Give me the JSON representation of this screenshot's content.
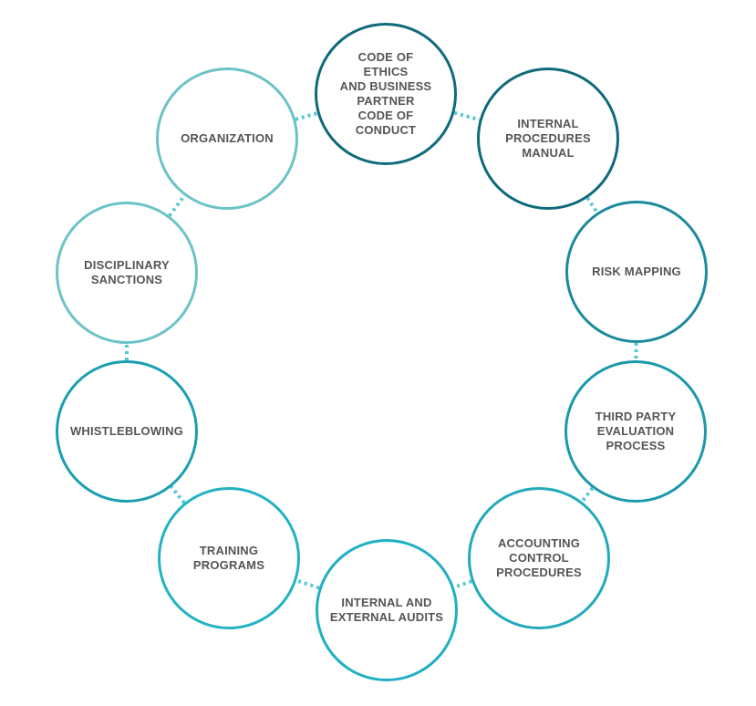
{
  "diagram": {
    "nodes": [
      {
        "label": "CODE OF\nETHICS\nAND BUSINESS\nPARTNER\nCODE OF\nCONDUCT",
        "color": "#0f6a7c"
      },
      {
        "label": "INTERNAL\nPROCEDURES\nMANUAL",
        "color": "#0f6a7c"
      },
      {
        "label": "RISK MAPPING",
        "color": "#1a8a9c"
      },
      {
        "label": "THIRD PARTY\nEVALUATION\nPROCESS",
        "color": "#1b99ab"
      },
      {
        "label": "ACCOUNTING\nCONTROL\nPROCEDURES",
        "color": "#22aabb"
      },
      {
        "label": "INTERNAL AND\nEXTERNAL AUDITS",
        "color": "#1fb0c2"
      },
      {
        "label": "TRAINING\nPROGRAMS",
        "color": "#22b3c2"
      },
      {
        "label": "WHISTLEBLOWING",
        "color": "#1b9fb0"
      },
      {
        "label": "DISCIPLINARY\nSANCTIONS",
        "color": "#6cc3c6"
      },
      {
        "label": "ORGANIZATION",
        "color": "#6cc3c6"
      }
    ],
    "connector_color": "#56c7d6"
  }
}
